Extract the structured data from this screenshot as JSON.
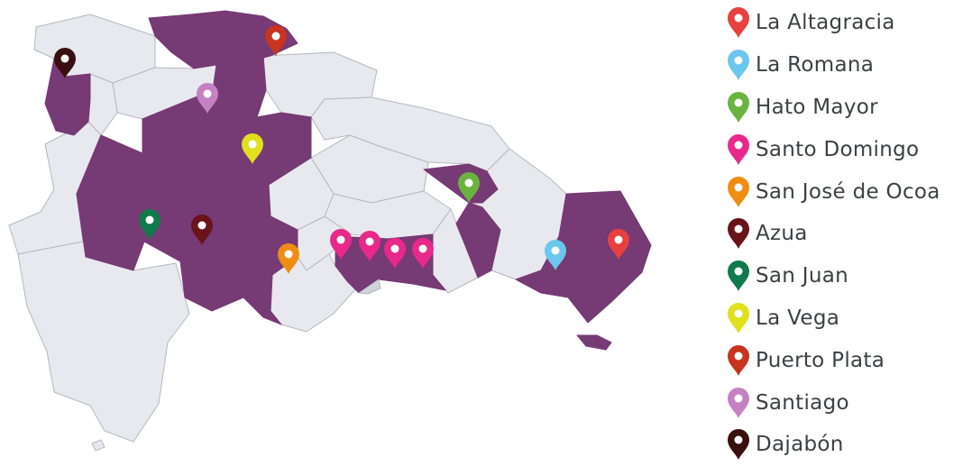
{
  "map": {
    "colors": {
      "highlighted": "#763a74",
      "base": "#e8e9ee",
      "border": "#b6b7c0",
      "bay": "#d2d3da"
    }
  },
  "legend": [
    {
      "label": "La Altagracia",
      "color": "#e8403f",
      "icon": "map-pin-icon"
    },
    {
      "label": "La Romana",
      "color": "#6ac7ee",
      "icon": "map-pin-icon"
    },
    {
      "label": "Hato Mayor",
      "color": "#69b33f",
      "icon": "map-pin-icon"
    },
    {
      "label": "Santo Domingo",
      "color": "#e8288a",
      "icon": "map-pin-icon"
    },
    {
      "label": "San José de Ocoa",
      "color": "#ef8d12",
      "icon": "map-pin-icon"
    },
    {
      "label": "Azua",
      "color": "#6a1318",
      "icon": "map-pin-icon"
    },
    {
      "label": "San Juan",
      "color": "#0f7a4b",
      "icon": "map-pin-icon"
    },
    {
      "label": "La Vega",
      "color": "#e0e01e",
      "icon": "map-pin-icon"
    },
    {
      "label": "Puerto Plata",
      "color": "#c8341f",
      "icon": "map-pin-icon"
    },
    {
      "label": "Santiago",
      "color": "#c482c2",
      "icon": "map-pin-icon"
    },
    {
      "label": "Dajabón",
      "color": "#3a0f10",
      "icon": "map-pin-icon"
    }
  ],
  "markers": [
    {
      "province": "La Altagracia",
      "color": "#e8403f"
    },
    {
      "province": "La Romana",
      "color": "#6ac7ee"
    },
    {
      "province": "Hato Mayor",
      "color": "#69b33f"
    },
    {
      "province": "Santo Domingo",
      "color": "#e8288a"
    },
    {
      "province": "Santo Domingo",
      "color": "#e8288a"
    },
    {
      "province": "Santo Domingo",
      "color": "#e8288a"
    },
    {
      "province": "Santo Domingo",
      "color": "#e8288a"
    },
    {
      "province": "San José de Ocoa",
      "color": "#ef8d12"
    },
    {
      "province": "Azua",
      "color": "#6a1318"
    },
    {
      "province": "San Juan",
      "color": "#0f7a4b"
    },
    {
      "province": "La Vega",
      "color": "#e0e01e"
    },
    {
      "province": "Puerto Plata",
      "color": "#c8341f"
    },
    {
      "province": "Santiago",
      "color": "#c482c2"
    },
    {
      "province": "Dajabón",
      "color": "#3a0f10"
    }
  ]
}
